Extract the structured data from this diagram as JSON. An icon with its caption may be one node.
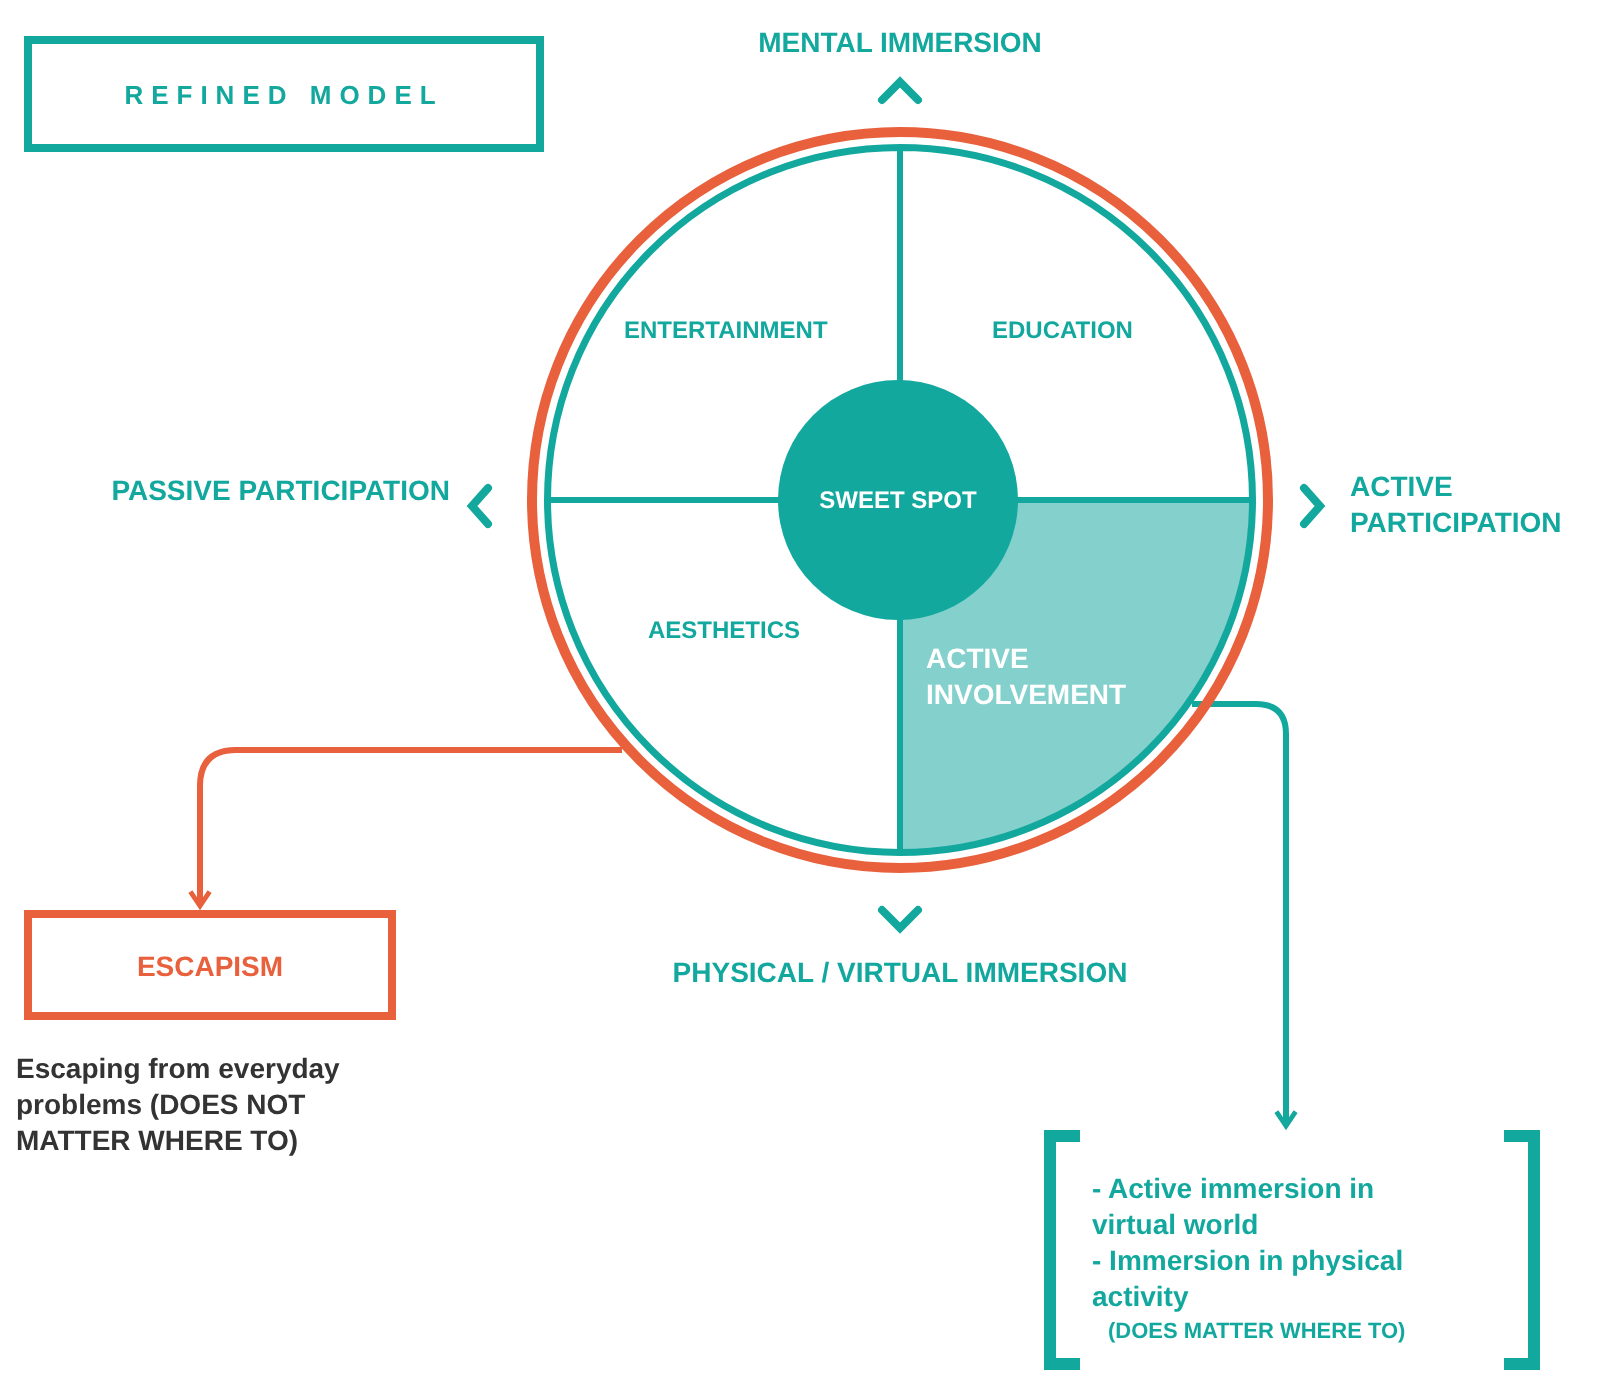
{
  "diagram": {
    "nodes": [
      {
        "text": [
          "REFINED MODEL"
        ]
      },
      {
        "text": [],
        "shape": "circle"
      },
      {
        "text": [
          "ENTERTAINMENT"
        ],
        "in": 1
      },
      {
        "text": [
          "EDUCATION"
        ],
        "in": 1
      },
      {
        "text": [
          "AESTHETICS"
        ],
        "in": 1
      },
      {
        "text": [
          "ACTIVE INVOLVEMENT"
        ],
        "in": 1
      },
      {
        "text": [
          "SWEET SPOT"
        ],
        "in": 1
      },
      {
        "text": [
          "ESCAPISM"
        ],
        "beside": [
          "Escaping from everyday problems (DOES NOT MATTER WHERE TO)"
        ]
      },
      {
        "text": [
          "- Active immersion in virtual world",
          "- Immersion in physical activity",
          "(DOES MATTER WHERE TO)"
        ]
      }
    ],
    "edges": [
      {
        "from": 1,
        "to": 7,
        "arrow": "to",
        "color": "#e8603c"
      },
      {
        "from": 5,
        "to": 8,
        "arrow": "to",
        "color": "#13a89e"
      }
    ],
    "labels": [
      "MENTAL IMMERSION",
      "PASSIVE PARTICIPATION",
      "ACTIVE PARTICIPATION",
      "PHYSICAL / VIRTUAL IMMERSION"
    ]
  }
}
